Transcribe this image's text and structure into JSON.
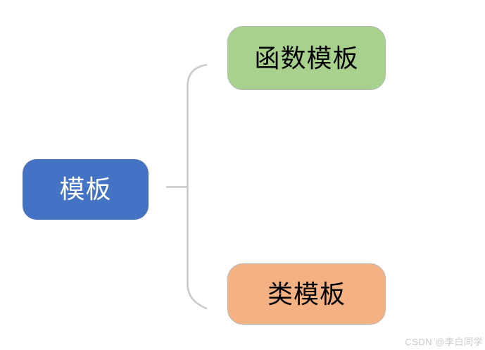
{
  "diagram": {
    "root": {
      "label": "模板",
      "bg_color": "#4472c4",
      "text_color": "#ffffff"
    },
    "children": [
      {
        "label": "函数模板",
        "bg_color": "#a9d18e",
        "text_color": "#000000"
      },
      {
        "label": "类模板",
        "bg_color": "#f4b183",
        "text_color": "#000000"
      }
    ],
    "connector_color": "#c9c9c9"
  },
  "watermark": {
    "text": "CSDN @李白同学",
    "color": "#c8c8c8"
  }
}
